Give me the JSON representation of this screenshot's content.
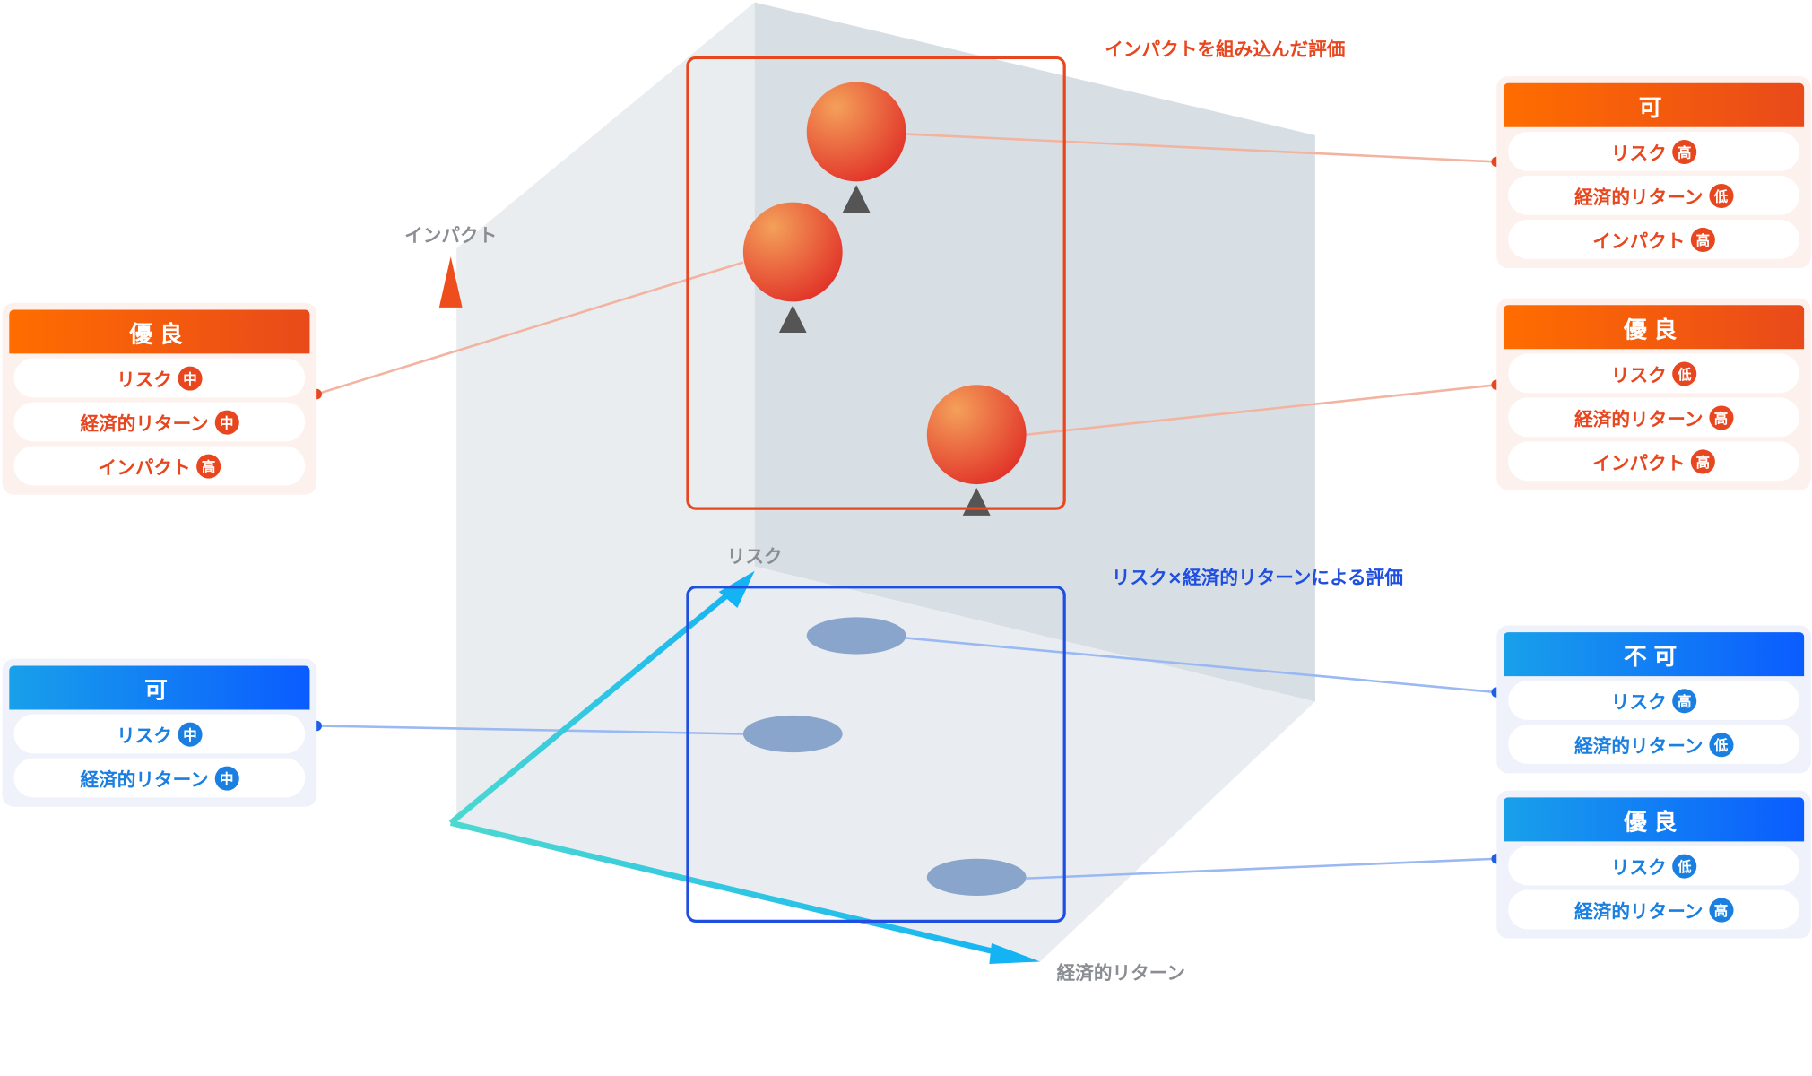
{
  "axes": {
    "impact": "インパクト",
    "risk": "リスク",
    "return": "経済的リターン"
  },
  "regions": {
    "impact_eval": "インパクトを組み込んだ評価",
    "risk_return_eval": "リスク×経済的リターンによる評価"
  },
  "colors": {
    "orange": "#e8461e",
    "blue": "#1f4fe0"
  },
  "cards": {
    "left_top": {
      "title": "優良",
      "rows": [
        {
          "label": "リスク",
          "level": "中"
        },
        {
          "label": "経済的リターン",
          "level": "中"
        },
        {
          "label": "インパクト",
          "level": "高"
        }
      ]
    },
    "left_bottom": {
      "title": "可",
      "rows": [
        {
          "label": "リスク",
          "level": "中"
        },
        {
          "label": "経済的リターン",
          "level": "中"
        }
      ]
    },
    "right_1": {
      "title": "可",
      "rows": [
        {
          "label": "リスク",
          "level": "高"
        },
        {
          "label": "経済的リターン",
          "level": "低"
        },
        {
          "label": "インパクト",
          "level": "高"
        }
      ]
    },
    "right_2": {
      "title": "優良",
      "rows": [
        {
          "label": "リスク",
          "level": "低"
        },
        {
          "label": "経済的リターン",
          "level": "高"
        },
        {
          "label": "インパクト",
          "level": "高"
        }
      ]
    },
    "right_3": {
      "title": "不可",
      "rows": [
        {
          "label": "リスク",
          "level": "高"
        },
        {
          "label": "経済的リターン",
          "level": "低"
        }
      ]
    },
    "right_4": {
      "title": "優良",
      "rows": [
        {
          "label": "リスク",
          "level": "低"
        },
        {
          "label": "経済的リターン",
          "level": "高"
        }
      ]
    }
  }
}
